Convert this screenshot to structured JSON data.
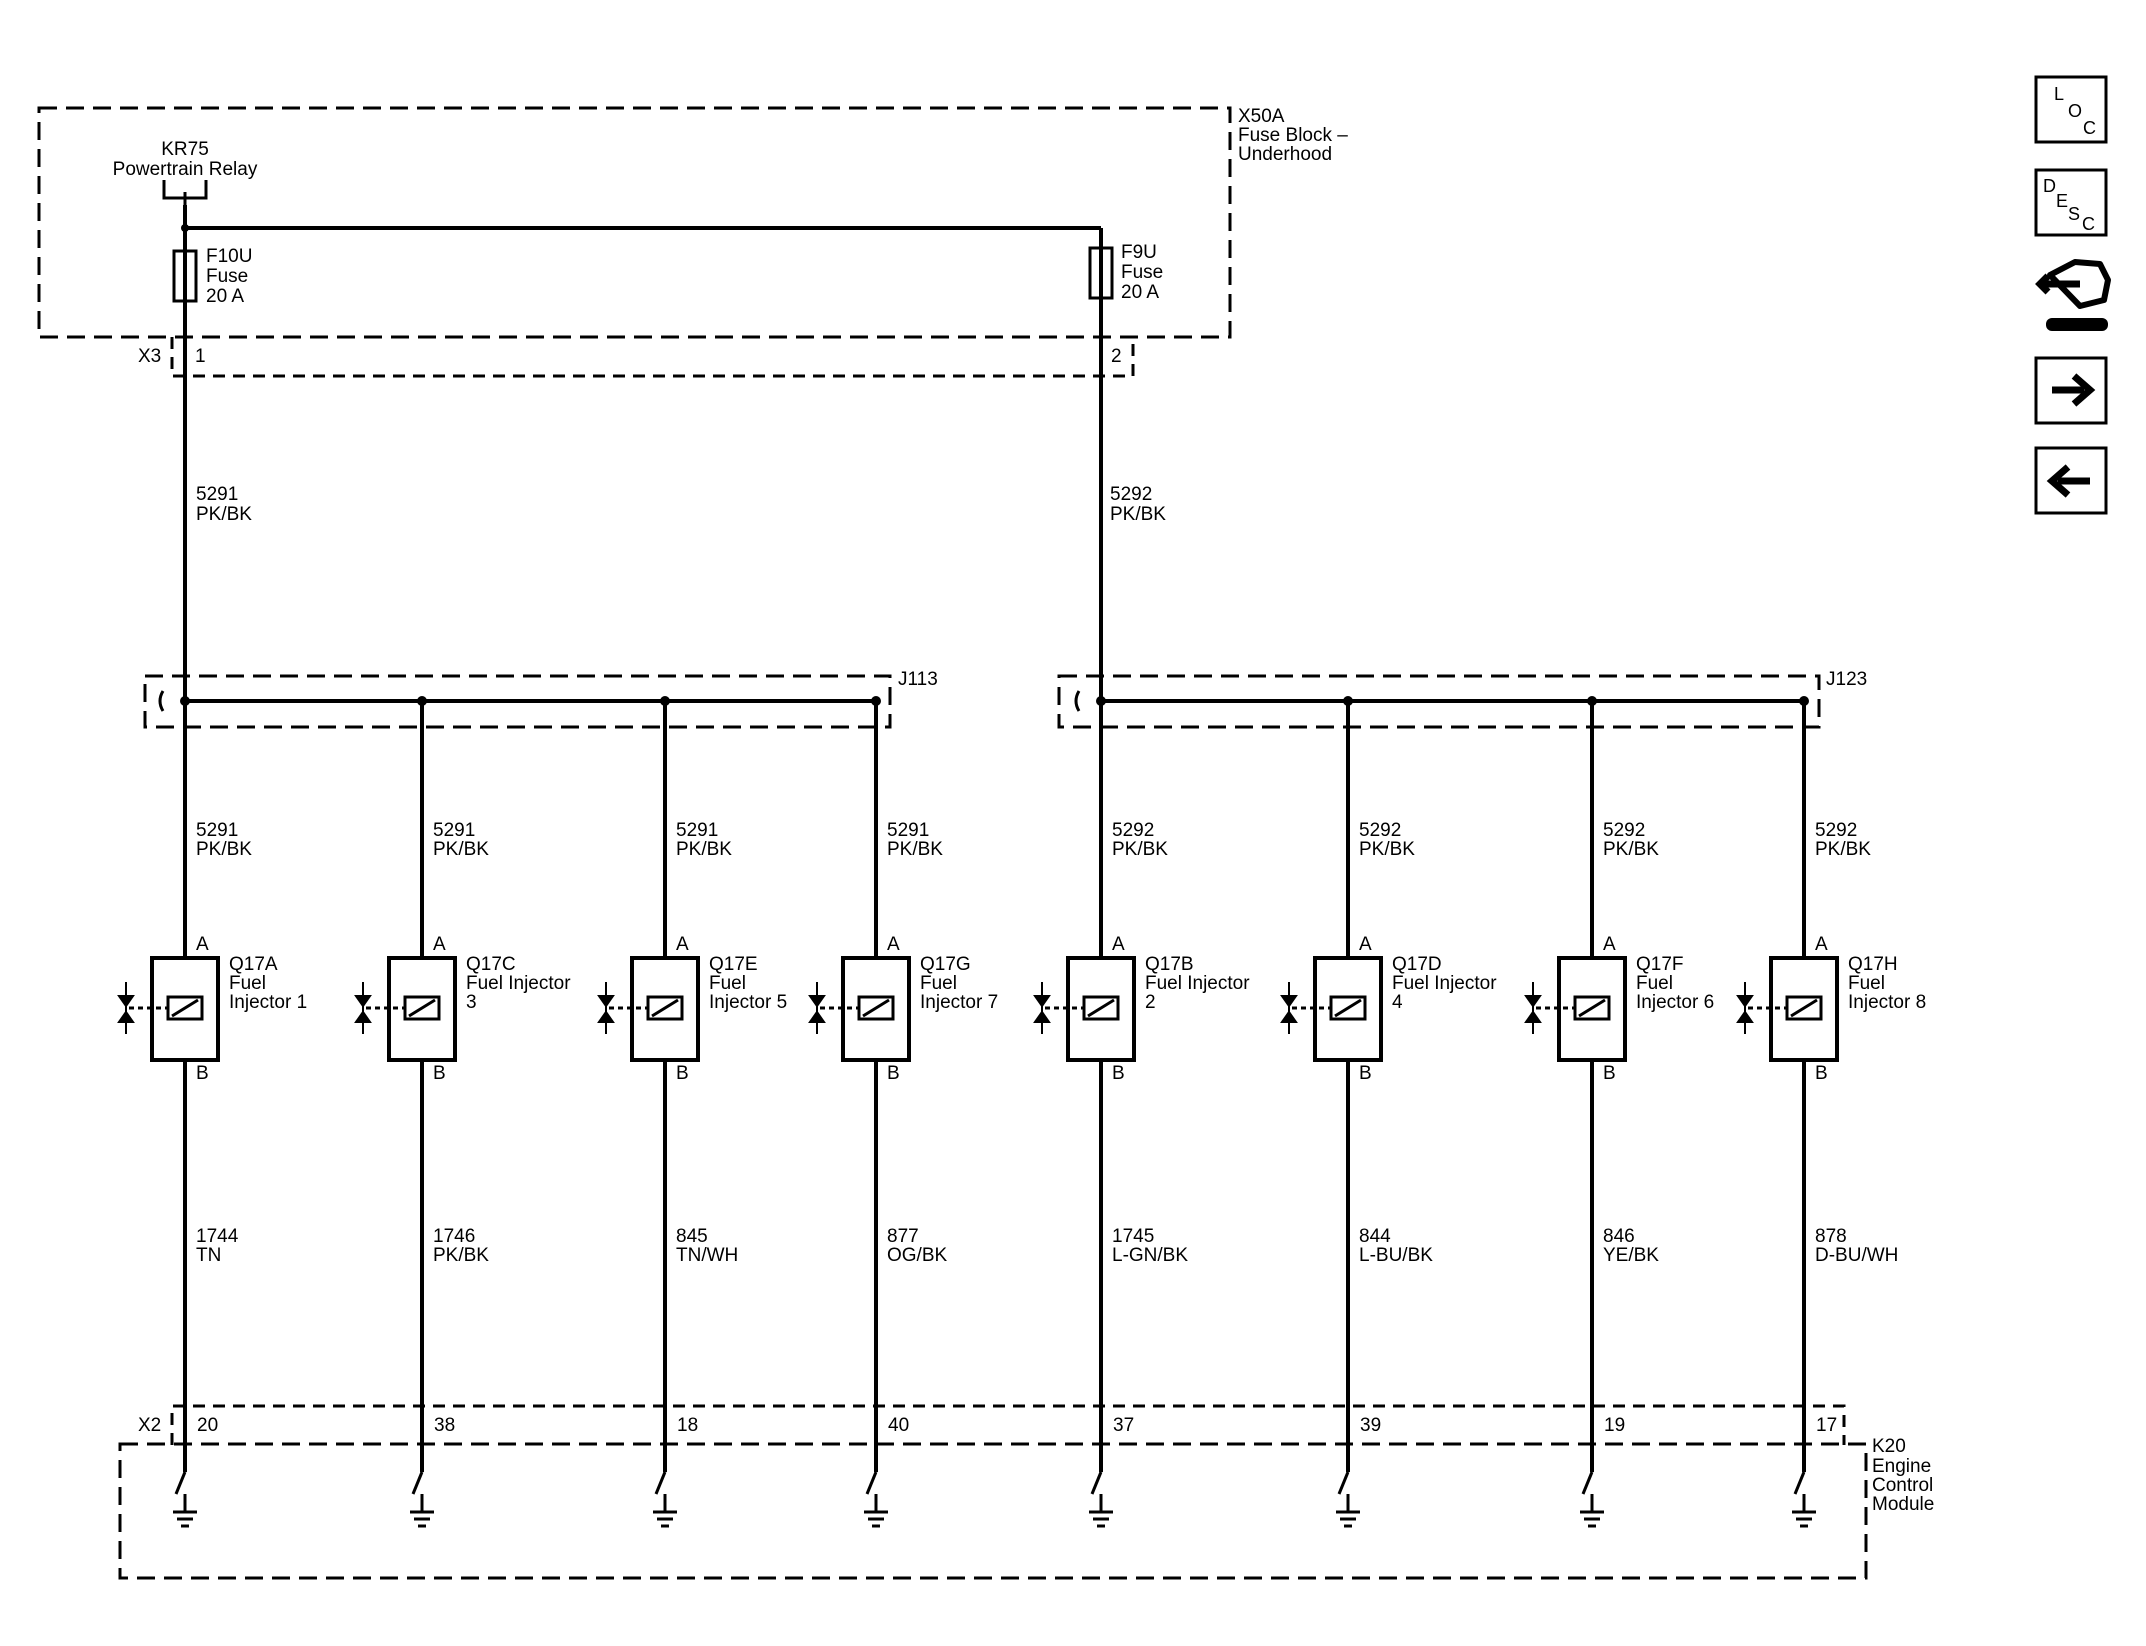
{
  "fuse_block": {
    "id": "X50A",
    "name_line1": "Fuse Block –",
    "name_line2": "Underhood"
  },
  "relay": {
    "id": "KR75",
    "name": "Powertrain Relay"
  },
  "fuses": [
    {
      "id": "F10U",
      "type": "Fuse",
      "rating": "20 A"
    },
    {
      "id": "F9U",
      "type": "Fuse",
      "rating": "20 A"
    }
  ],
  "connector_x3": {
    "id": "X3",
    "pins": [
      "1",
      "2"
    ]
  },
  "feed_wires": [
    {
      "circuit": "5291",
      "color": "PK/BK"
    },
    {
      "circuit": "5292",
      "color": "PK/BK"
    }
  ],
  "splices": [
    "J113",
    "J123"
  ],
  "injectors": [
    {
      "id": "Q17A",
      "l1": "Fuel",
      "l2": "Injector 1",
      "pin_a": "A",
      "pin_b": "B",
      "feed_circuit": "5291",
      "feed_color": "PK/BK",
      "ctrl_circuit": "1744",
      "ctrl_color": "TN",
      "ecm_pin": "20"
    },
    {
      "id": "Q17C",
      "l1": "Fuel Injector",
      "l2": "3",
      "pin_a": "A",
      "pin_b": "B",
      "feed_circuit": "5291",
      "feed_color": "PK/BK",
      "ctrl_circuit": "1746",
      "ctrl_color": "PK/BK",
      "ecm_pin": "38"
    },
    {
      "id": "Q17E",
      "l1": "Fuel",
      "l2": "Injector 5",
      "pin_a": "A",
      "pin_b": "B",
      "feed_circuit": "5291",
      "feed_color": "PK/BK",
      "ctrl_circuit": "845",
      "ctrl_color": "TN/WH",
      "ecm_pin": "18"
    },
    {
      "id": "Q17G",
      "l1": "Fuel",
      "l2": "Injector 7",
      "pin_a": "A",
      "pin_b": "B",
      "feed_circuit": "5291",
      "feed_color": "PK/BK",
      "ctrl_circuit": "877",
      "ctrl_color": "OG/BK",
      "ecm_pin": "40"
    },
    {
      "id": "Q17B",
      "l1": "Fuel Injector",
      "l2": "2",
      "pin_a": "A",
      "pin_b": "B",
      "feed_circuit": "5292",
      "feed_color": "PK/BK",
      "ctrl_circuit": "1745",
      "ctrl_color": "L-GN/BK",
      "ecm_pin": "37"
    },
    {
      "id": "Q17D",
      "l1": "Fuel Injector",
      "l2": "4",
      "pin_a": "A",
      "pin_b": "B",
      "feed_circuit": "5292",
      "feed_color": "PK/BK",
      "ctrl_circuit": "844",
      "ctrl_color": "L-BU/BK",
      "ecm_pin": "39"
    },
    {
      "id": "Q17F",
      "l1": "Fuel",
      "l2": "Injector 6",
      "pin_a": "A",
      "pin_b": "B",
      "feed_circuit": "5292",
      "feed_color": "PK/BK",
      "ctrl_circuit": "846",
      "ctrl_color": "YE/BK",
      "ecm_pin": "19"
    },
    {
      "id": "Q17H",
      "l1": "Fuel",
      "l2": "Injector 8",
      "pin_a": "A",
      "pin_b": "B",
      "feed_circuit": "5292",
      "feed_color": "PK/BK",
      "ctrl_circuit": "878",
      "ctrl_color": "D-BU/WH",
      "ecm_pin": "17"
    }
  ],
  "connector_x2": {
    "id": "X2"
  },
  "ecm": {
    "id": "K20",
    "name_line1": "Engine",
    "name_line2": "Control",
    "name_line3": "Module"
  },
  "nav": {
    "loc": {
      "l1": "L",
      "l2": "O",
      "l3": "C"
    },
    "desc": {
      "l1": "D",
      "l2": "E",
      "l3": "S",
      "l4": "C"
    },
    "icons": [
      "connector-icon",
      "next-arrow-icon",
      "previous-arrow-icon"
    ]
  }
}
